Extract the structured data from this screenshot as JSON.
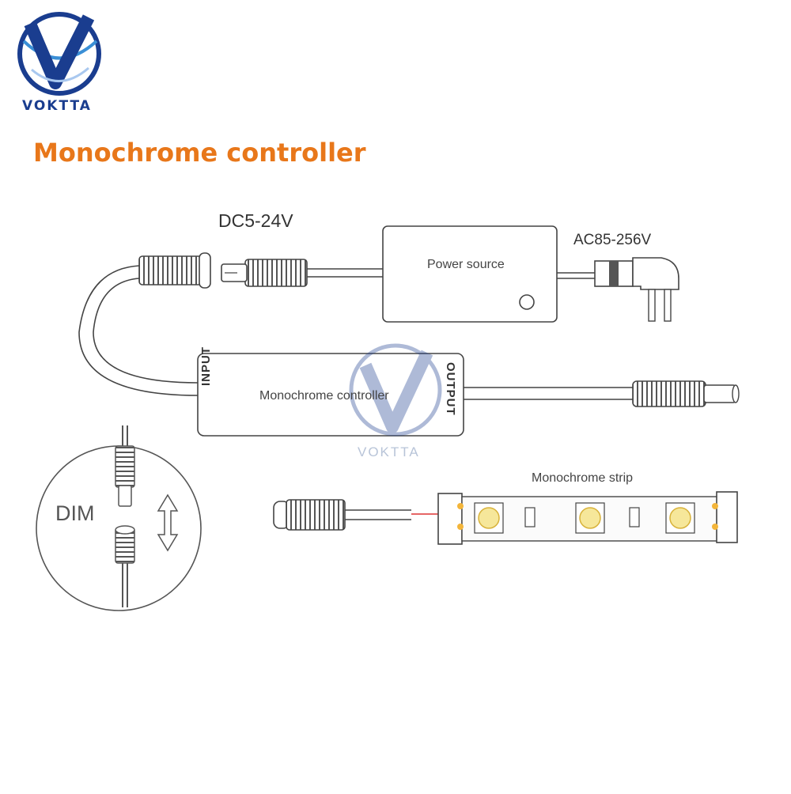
{
  "brand": {
    "name": "VOKTTA",
    "logo_icon": "v-globe-logo-icon",
    "primary_color": "#1a3d8f",
    "accent_color": "#3a8fd6"
  },
  "title": {
    "text": "Monochrome controller",
    "color": "#e8771a"
  },
  "labels": {
    "dc_voltage": "DC5-24V",
    "ac_voltage": "AC85-256V",
    "power_source": "Power source",
    "controller": "Monochrome controller",
    "controller_input": "INPUT",
    "controller_output": "OUTPUT",
    "strip": "Monochrome strip",
    "dim": "DIM"
  },
  "watermark": {
    "name": "VOKTTA"
  }
}
